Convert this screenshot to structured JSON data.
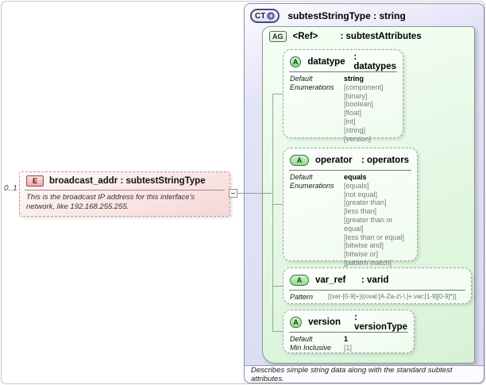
{
  "element": {
    "cardinality": "0..1",
    "badge": "E",
    "title": "broadcast_addr : subtestStringType",
    "description": "This is the broadcast IP address for this interface's network, like 192.168.255.255."
  },
  "panel": {
    "badge": "CT",
    "badge_plus": "+",
    "title": "subtestStringType : string",
    "annotation": "Describes simple string data along with the standard subtest attributes.",
    "group": {
      "badge": "AG",
      "name": "<Ref>",
      "type": ": subtestAttributes",
      "attributes": [
        {
          "badge": "A",
          "name": "datatype",
          "type": ": datatypes",
          "default_label": "Default",
          "default_value": "string",
          "enum_label": "Enumerations",
          "enums": [
            "[component]",
            "[binary]",
            "[boolean]",
            "[float]",
            "[int]",
            "[string]",
            "[version]"
          ]
        },
        {
          "badge": "A",
          "name": "operator",
          "type": ": operators",
          "default_label": "Default",
          "default_value": "equals",
          "enum_label": "Enumerations",
          "enums": [
            "[equals]",
            "[not equal]",
            "[greater than]",
            "[less than]",
            "[greater than or equal]",
            "[less than or equal]",
            "[bitwise and]",
            "[bitwise or]",
            "[pattern match]"
          ]
        },
        {
          "badge": "A",
          "name": "var_ref",
          "type": ": varid",
          "pattern_label": "Pattern",
          "pattern_value": "[(var-[0-9]+)|(oval:[A-Za-z\\-\\.]+:var:[1-9][0-9]*)]"
        },
        {
          "badge": "A",
          "name": "version",
          "type": ": versionType",
          "default_label": "Default",
          "default_value": "1",
          "min_label": "Min Inclusive",
          "min_value": "[1]"
        }
      ]
    }
  }
}
